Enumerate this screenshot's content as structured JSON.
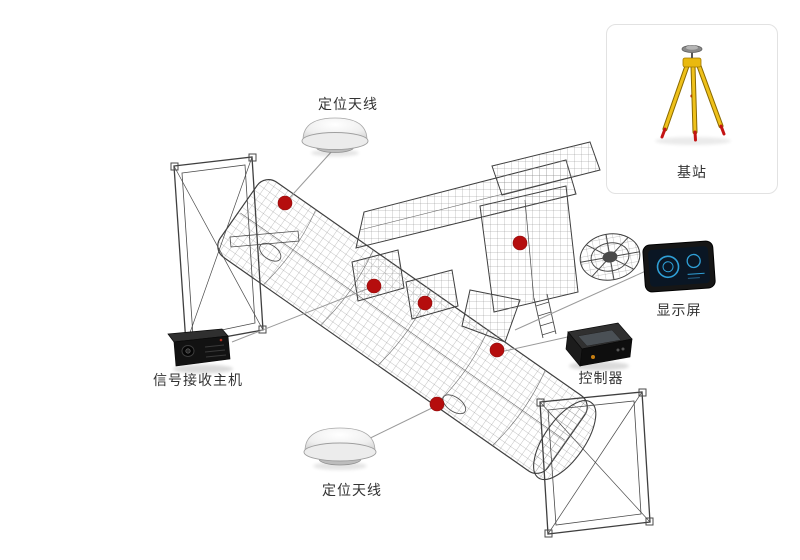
{
  "diagram": {
    "type": "labeled-component-diagram"
  },
  "components": {
    "antenna_top": {
      "label": "定位天线",
      "icon": "gnss-dome-antenna-icon"
    },
    "base_station": {
      "label": "基站",
      "icon": "survey-tripod-icon"
    },
    "display": {
      "label": "显示屏",
      "icon": "dashboard-screen-icon"
    },
    "controller": {
      "label": "控制器",
      "icon": "controller-box-icon"
    },
    "receiver": {
      "label": "信号接收主机",
      "icon": "receiver-box-icon"
    },
    "antenna_bottom": {
      "label": "定位天线",
      "icon": "gnss-dome-antenna-icon"
    }
  },
  "markers": {
    "shape": "red-dot",
    "color": "#b50d0d",
    "count": 6
  },
  "colors": {
    "background": "#ffffff",
    "wireframe": "#4a4a4a",
    "mesh": "#8a8a8a",
    "connector": "#9a9a9a",
    "label_text": "#333333",
    "marker": "#b50d0d",
    "tripod_yellow": "#efc11a",
    "tripod_tip_red": "#c41414",
    "screen_accent_blue": "#2f9fd6",
    "panel_border": "#e2e2e2"
  }
}
